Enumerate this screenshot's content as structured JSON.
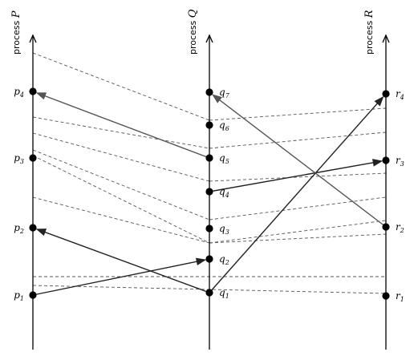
{
  "processes": [
    {
      "id": "P",
      "prefix": "process ",
      "name": "P"
    },
    {
      "id": "Q",
      "prefix": "process ",
      "name": "Q"
    },
    {
      "id": "R",
      "prefix": "process ",
      "name": "R"
    }
  ],
  "events": [
    {
      "id": "p1",
      "process": "P",
      "letter": "p",
      "index": "1",
      "order": 1
    },
    {
      "id": "p2",
      "process": "P",
      "letter": "p",
      "index": "2",
      "order": 2
    },
    {
      "id": "p3",
      "process": "P",
      "letter": "p",
      "index": "3",
      "order": 3
    },
    {
      "id": "p4",
      "process": "P",
      "letter": "p",
      "index": "4",
      "order": 4
    },
    {
      "id": "q1",
      "process": "Q",
      "letter": "q",
      "index": "1",
      "order": 1
    },
    {
      "id": "q2",
      "process": "Q",
      "letter": "q",
      "index": "2",
      "order": 2
    },
    {
      "id": "q3",
      "process": "Q",
      "letter": "q",
      "index": "3",
      "order": 3
    },
    {
      "id": "q4",
      "process": "Q",
      "letter": "q",
      "index": "4",
      "order": 4
    },
    {
      "id": "q5",
      "process": "Q",
      "letter": "q",
      "index": "5",
      "order": 5
    },
    {
      "id": "q6",
      "process": "Q",
      "letter": "q",
      "index": "6",
      "order": 6
    },
    {
      "id": "q7",
      "process": "Q",
      "letter": "q",
      "index": "7",
      "order": 7
    },
    {
      "id": "r1",
      "process": "R",
      "letter": "r",
      "index": "1",
      "order": 1
    },
    {
      "id": "r2",
      "process": "R",
      "letter": "r",
      "index": "2",
      "order": 2
    },
    {
      "id": "r3",
      "process": "R",
      "letter": "r",
      "index": "3",
      "order": 3
    },
    {
      "id": "r4",
      "process": "R",
      "letter": "r",
      "index": "4",
      "order": 4
    }
  ],
  "messages": [
    {
      "from": "p1",
      "to": "q2",
      "color": "#222222"
    },
    {
      "from": "q1",
      "to": "p2",
      "color": "#222222"
    },
    {
      "from": "q1",
      "to": "r4",
      "color": "#222222"
    },
    {
      "from": "q4",
      "to": "r3",
      "color": "#222222"
    },
    {
      "from": "q5",
      "to": "p4",
      "color": "#555555"
    },
    {
      "from": "r2",
      "to": "q7",
      "color": "#555555"
    }
  ]
}
